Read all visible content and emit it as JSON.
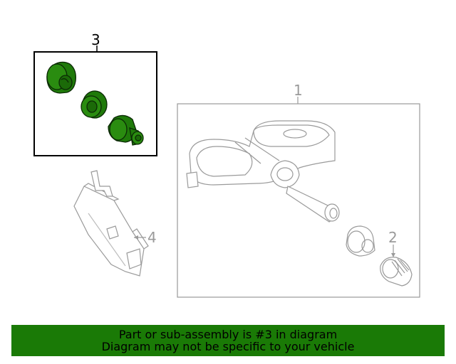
{
  "callouts": {
    "part_1": "1",
    "part_2": "2",
    "part_3": "3",
    "part_4": "4"
  },
  "highlight_color": "#1a7a06",
  "banner": {
    "line1": "Part or sub-assembly is #3 in diagram",
    "line2": "Diagram may not be specific to your vehicle"
  }
}
